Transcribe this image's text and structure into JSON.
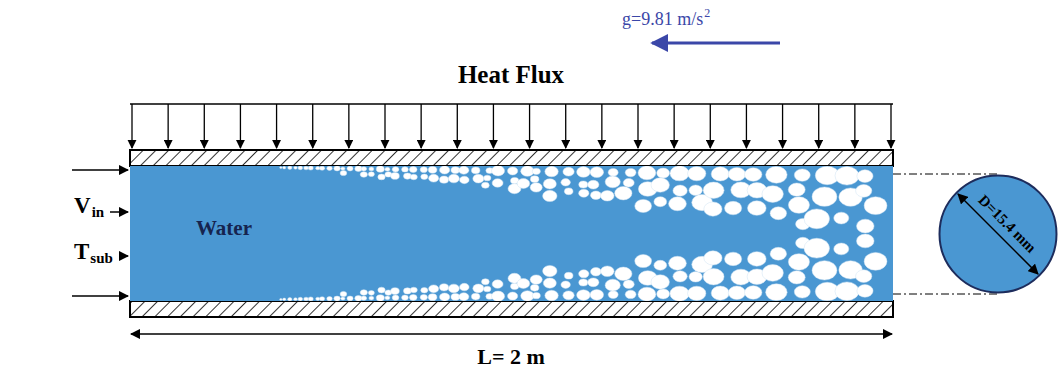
{
  "diagram": {
    "nodes": [
      {
        "text": [
          "Water"
        ]
      },
      {
        "text": [
          "D=15.4 mm"
        ]
      }
    ],
    "edges": [
      {
        "from": 0,
        "to": 1,
        "arrow": "none"
      },
      {
        "from": 0,
        "to": 1,
        "arrow": "none"
      }
    ],
    "labels": [
      "g=9.81 m/s",
      "2",
      "Heat Flux",
      "V",
      "in",
      "T",
      "sub",
      "L= 2 m"
    ]
  }
}
